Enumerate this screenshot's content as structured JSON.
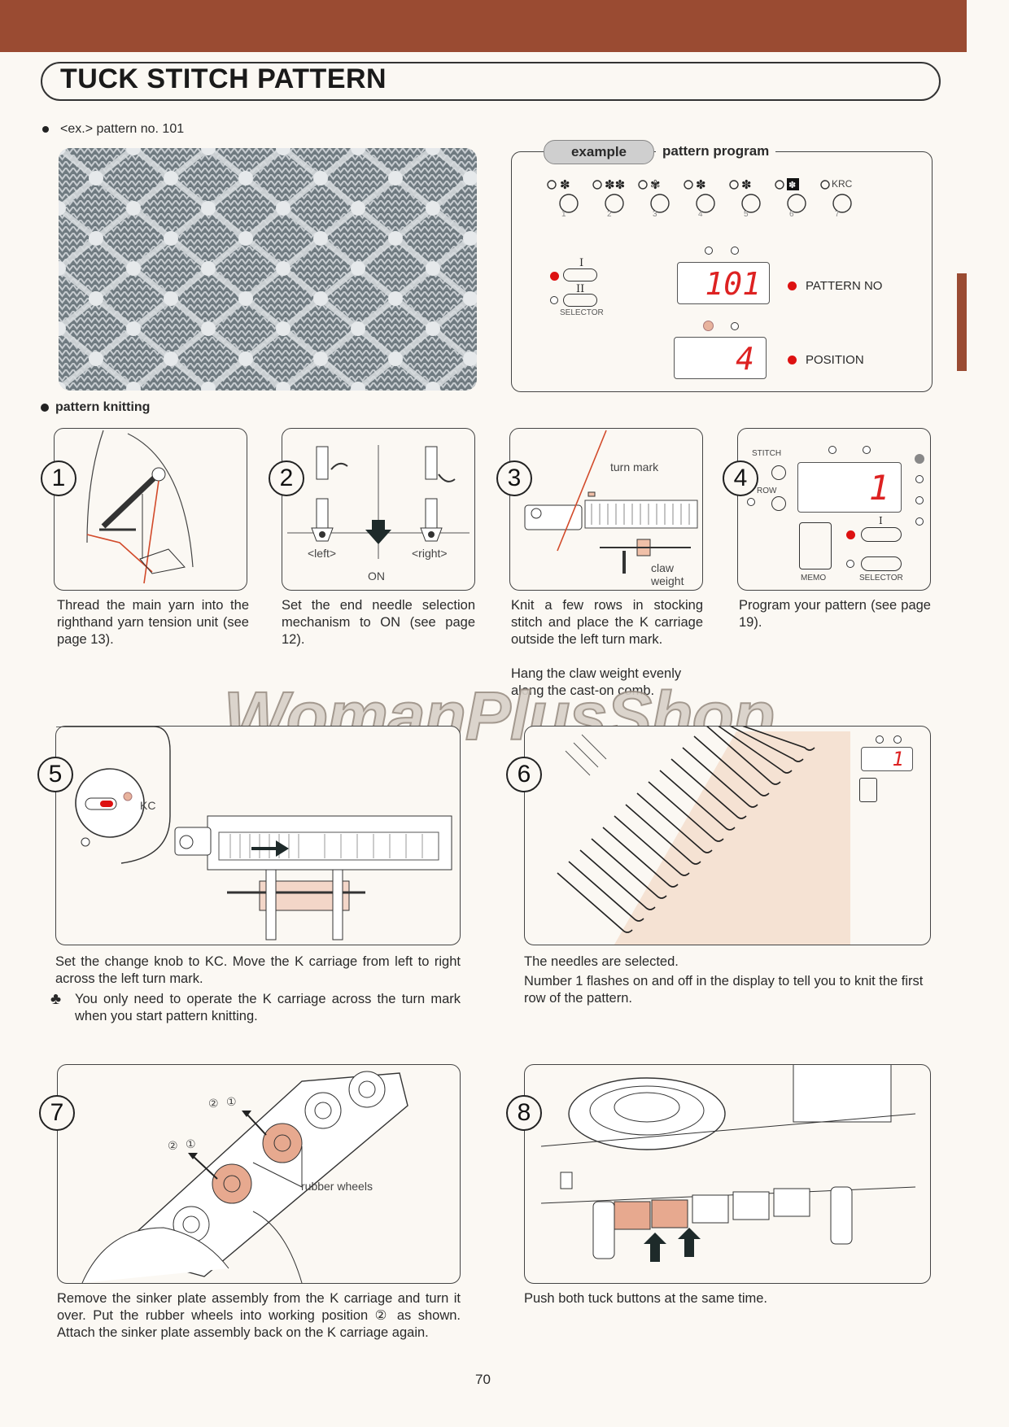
{
  "page": {
    "title": "TUCK STITCH PATTERN",
    "example_bullet": "<ex.> pattern no. 101",
    "pattern_knitting_heading": "pattern knitting",
    "page_number": "70",
    "watermark": "WomanPlusShop"
  },
  "program_panel": {
    "example_label": "example",
    "heading": "pattern program",
    "krc_label": "KRC",
    "button_numbers": [
      "1",
      "2",
      "3",
      "4",
      "5",
      "6",
      "7"
    ],
    "selector_roman_1": "I",
    "selector_roman_2": "II",
    "selector_label": "SELECTOR",
    "pattern_display": "101",
    "pattern_label": "PATTERN NO",
    "position_display": "4",
    "position_label": "POSITION"
  },
  "steps": [
    {
      "number": "1",
      "caption": "Thread the main yarn into the righthand yarn tension unit (see page 13)."
    },
    {
      "number": "2",
      "caption": "Set the end needle selection mechanism to ON (see page 12).",
      "labels": {
        "left": "<left>",
        "right": "<right>",
        "on": "ON"
      }
    },
    {
      "number": "3",
      "caption": "Knit a few rows in stocking stitch and place the K carriage outside the left turn mark.",
      "caption2": "Hang the claw weight evenly along the cast-on comb.",
      "labels": {
        "turn_mark": "turn mark",
        "claw": "claw",
        "weight": "weight"
      }
    },
    {
      "number": "4",
      "caption": "Program your pattern (see page 19).",
      "labels": {
        "stitch": "STITCH",
        "row": "ROW",
        "display": "1",
        "roman": "I",
        "memo": "MEMO",
        "selector": "SELECTOR"
      }
    },
    {
      "number": "5",
      "caption": "Set the change knob to KC. Move the K carriage from left to right across the left turn mark.",
      "note_symbol": "♣",
      "note": "You only need to operate the K carriage across the turn mark when you start pattern knitting.",
      "labels": {
        "kc": "KC"
      }
    },
    {
      "number": "6",
      "caption": "The needles are selected.",
      "caption2": "Number 1 flashes on and off in the display to tell you to knit the first row of the pattern.",
      "labels": {
        "display": "1"
      }
    },
    {
      "number": "7",
      "caption": "Remove the sinker plate assembly from the K carriage and turn it over. Put the rubber wheels into working position ② as shown. Attach the sinker plate assembly back on the K carriage again.",
      "labels": {
        "rubber_wheels": "rubber wheels",
        "pos1": "①",
        "pos2": "②"
      }
    },
    {
      "number": "8",
      "caption": "Push both tuck buttons at the same time."
    }
  ],
  "colors": {
    "accent": "#9a4b32",
    "indicator": "#d11111",
    "tuck_button": "#e7a98f"
  }
}
